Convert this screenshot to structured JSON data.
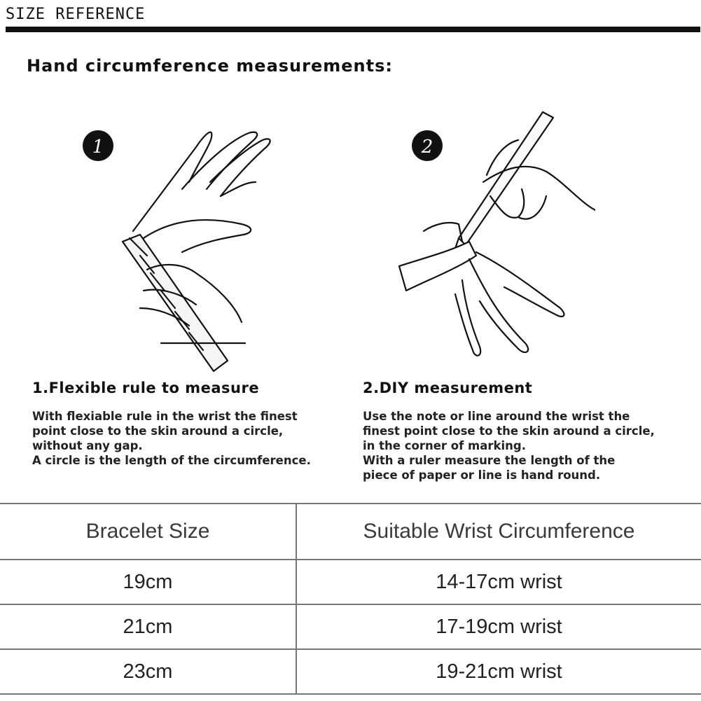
{
  "header": {
    "label": "SIZE REFERENCE",
    "title": "Hand circumference measurements:"
  },
  "steps": [
    {
      "number": "1",
      "heading": "1.Flexible rule to measure",
      "lines": [
        "With flexiable rule in the wrist the finest",
        "point close to the skin around a circle,",
        "without any gap.",
        "A circle is the length of the circumference."
      ]
    },
    {
      "number": "2",
      "heading": "2.DIY measurement",
      "lines": [
        "Use the note or line around the wrist the",
        "finest point close to the skin around a circle,",
        "in the corner of marking.",
        "With a ruler measure the length of the",
        "piece of paper or line is hand round."
      ]
    }
  ],
  "size_table": {
    "headers": [
      "Bracelet Size",
      "Suitable Wrist Circumference"
    ],
    "rows": [
      [
        "19cm",
        "14-17cm wrist"
      ],
      [
        "21cm",
        "17-19cm wrist"
      ],
      [
        "23cm",
        "19-21cm wrist"
      ]
    ]
  }
}
